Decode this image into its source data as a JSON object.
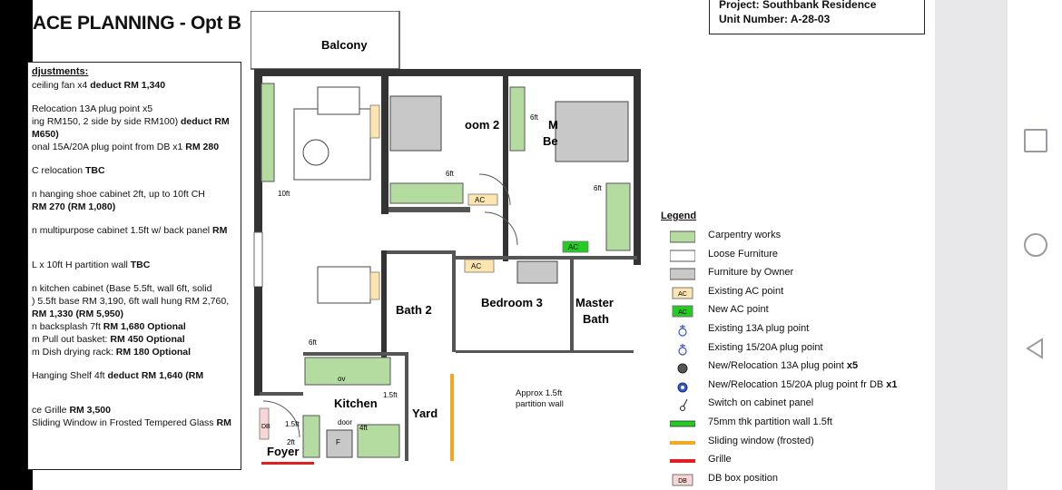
{
  "title": "ACE PLANNING - Opt B",
  "project": {
    "line1": "Project: Southbank Residence",
    "line2": "Unit Number: A-28-03"
  },
  "adjustments": {
    "heading": "djustments:",
    "lines": [
      {
        "pre": " ceiling fan x4 ",
        "bold": "deduct RM 1,340",
        "post": ""
      },
      {
        "gap": true
      },
      {
        "pre": "Relocation 13A plug point x5",
        "bold": "",
        "post": ""
      },
      {
        "pre": "ing RM150, 2 side by side RM100) ",
        "bold": "deduct RM",
        "post": ""
      },
      {
        "pre": "",
        "bold": "M650)",
        "post": ""
      },
      {
        "pre": "onal 15A/20A plug point from DB x1 ",
        "bold": "RM 280",
        "post": ""
      },
      {
        "gap": true
      },
      {
        "pre": "C relocation ",
        "bold": "TBC",
        "post": ""
      },
      {
        "gap": true
      },
      {
        "pre": "n hanging shoe cabinet 2ft,  up to 10ft CH",
        "bold": "",
        "post": ""
      },
      {
        "pre": "",
        "bold": "RM 270 (RM 1,080)",
        "post": ""
      },
      {
        "gap": true
      },
      {
        "pre": "n multipurpose cabinet 1.5ft w/ back panel ",
        "bold": "RM",
        "post": ""
      },
      {
        "gap": true
      },
      {
        "gap": true
      },
      {
        "pre": "L x 10ft H  partition wall ",
        "bold": "TBC",
        "post": ""
      },
      {
        "gap": true
      },
      {
        "pre": "n kitchen cabinet (Base 5.5ft, wall 6ft, solid",
        "bold": "",
        "post": ""
      },
      {
        "pre": ") 5.5ft base RM 3,190, 6ft wall hung RM 2,760,",
        "bold": "",
        "post": ""
      },
      {
        "pre": "",
        "bold": "RM 1,330 (RM 5,950)",
        "post": ""
      },
      {
        "pre": "n backsplash  7ft ",
        "bold": "RM 1,680 Optional",
        "post": ""
      },
      {
        "pre": "m Pull out basket: ",
        "bold": "RM 450 Optional",
        "post": ""
      },
      {
        "pre": "m Dish drying rack: ",
        "bold": "RM 180 Optional",
        "post": ""
      },
      {
        "gap": true
      },
      {
        "pre": " Hanging Shelf 4ft ",
        "bold": "deduct RM 1,640 (RM",
        "post": ""
      },
      {
        "gap": true
      },
      {
        "gap": true
      },
      {
        "pre": "ce Grille ",
        "bold": "RM 3,500",
        "post": ""
      },
      {
        "pre": "Sliding Window in Frosted Tempered Glass ",
        "bold": "RM",
        "post": ""
      }
    ]
  },
  "plan": {
    "rooms": {
      "balcony": "Balcony",
      "bedroom2": "oom 2",
      "master_bed_a": "M",
      "master_bed_b": "Be",
      "bath2": "Bath 2",
      "bedroom3": "Bedroom 3",
      "master_bath_a": "Master",
      "master_bath_b": "Bath",
      "kitchen": "Kitchen",
      "yard": "Yard",
      "foyer": "Foyer"
    },
    "dims": {
      "d10ft": "10ft",
      "d6ft_wardrobe": "6ft",
      "d6ft_master": "6ft",
      "d6ft_master2": "6ft",
      "d6ft_kitchen": "6ft",
      "d1_5ft_kitchen": "1.5ft",
      "d4ft": "4ft",
      "d1_5ft_foyer": "1.5ft",
      "d2ft": "2ft",
      "door": "door",
      "ov": "ov",
      "f": "F"
    },
    "tags": {
      "ac": "AC",
      "db": "DB"
    }
  },
  "annotation": {
    "line1": "Approx 1.5ft",
    "line2": "partition wall"
  },
  "legend": {
    "title": "Legend",
    "items": [
      {
        "label": "Carpentry works",
        "sym": "carpentry",
        "color": "#b5dca0"
      },
      {
        "label": "Loose Furniture",
        "sym": "loose",
        "color": "#ffffff"
      },
      {
        "label": "Furniture by Owner",
        "sym": "owner",
        "color": "#c8c8c8"
      },
      {
        "label": "Existing AC point",
        "sym": "ac-existing",
        "color": "#fde5b0",
        "tag": "AC"
      },
      {
        "label": "New AC point",
        "sym": "ac-new",
        "color": "#22cc22",
        "tag": "AC"
      },
      {
        "label": "Existing 13A plug point",
        "sym": "plug13"
      },
      {
        "label": "Existing 15/20A plug point",
        "sym": "plug15"
      },
      {
        "label": "New/Relocation 13A plug point ",
        "bold": "x5",
        "sym": "newplug13"
      },
      {
        "label": "New/Relocation 15/20A plug point fr DB ",
        "bold": "x1",
        "sym": "newplug15"
      },
      {
        "label": "Switch on cabinet panel",
        "sym": "switch"
      },
      {
        "label": "75mm thk partition wall 1.5ft",
        "sym": "partition",
        "color": "#22cc22"
      },
      {
        "label": "Sliding window (frosted)",
        "sym": "sliding",
        "color": "#f5a623"
      },
      {
        "label": "Grille",
        "sym": "grille",
        "color": "#e02020"
      },
      {
        "label": "DB box position",
        "sym": "db",
        "color": "#f8d6d6",
        "tag": "DB"
      }
    ]
  }
}
